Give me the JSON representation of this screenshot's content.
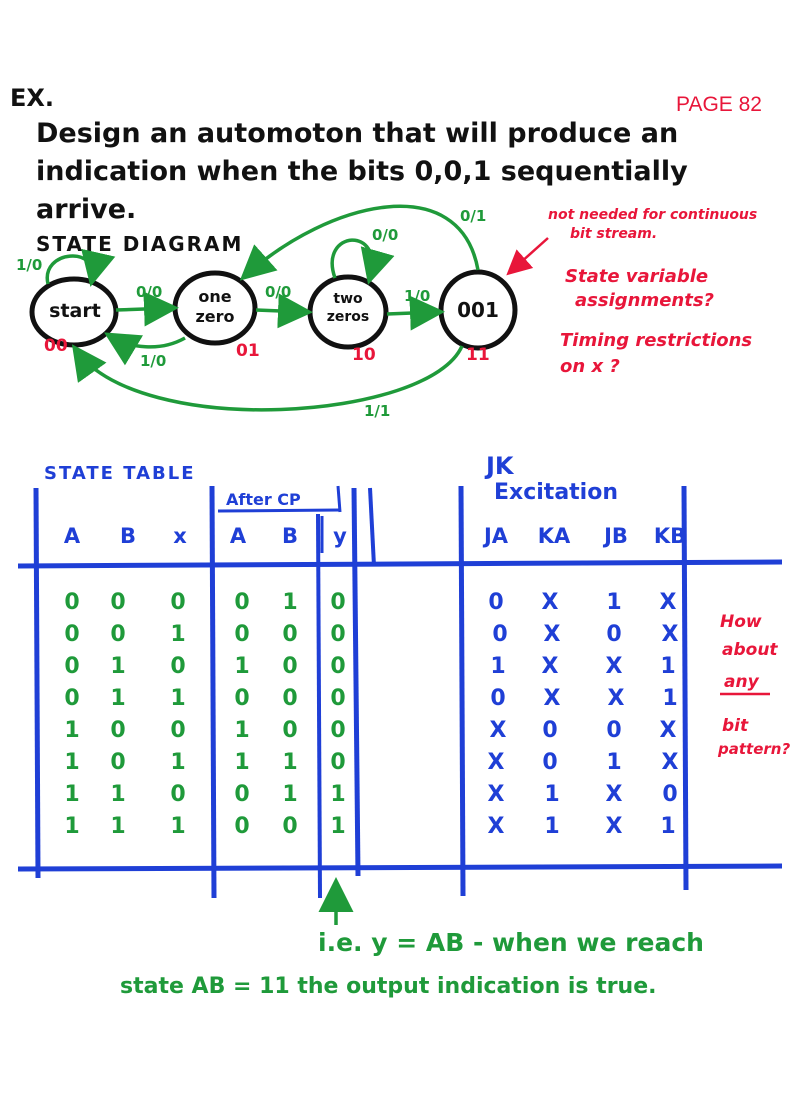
{
  "page_label": "PAGE 82",
  "example_label": "EX.",
  "problem": {
    "line1": "Design an automoton that will produce an",
    "line2": "indication when the bits 0,0,1 sequentially",
    "line3": "arrive."
  },
  "state_diagram": {
    "title": "STATE DIAGRAM",
    "states": [
      {
        "id": "start",
        "label1": "start",
        "label2": "",
        "code": "00"
      },
      {
        "id": "one_zero",
        "label1": "one",
        "label2": "zero",
        "code": "01"
      },
      {
        "id": "two_zeros",
        "label1": "two",
        "label2": "zeros",
        "code": "10"
      },
      {
        "id": "s001",
        "label1": "001",
        "label2": "",
        "code": "11"
      }
    ],
    "transitions": {
      "start_self": "1/0",
      "start_to_one": "0/0",
      "one_to_start": "1/0",
      "one_to_two": "0/0",
      "two_self": "0/0",
      "two_to_001": "1/0",
      "s001_to_one": "0/1",
      "s001_to_start": "1/1"
    },
    "notes": {
      "not_needed_1": "not needed for continuous",
      "not_needed_2": "bit stream.",
      "q1_line1": "State variable",
      "q1_line2": "assignments?",
      "q2_line1": "Timing restrictions",
      "q2_line2": "on x ?"
    }
  },
  "state_table": {
    "title": "STATE TABLE",
    "after_cp": "After CP",
    "headers": [
      "A",
      "B",
      "x",
      "A",
      "B",
      "y"
    ],
    "rows": [
      [
        "0",
        "0",
        "0",
        "0",
        "1",
        "0"
      ],
      [
        "0",
        "0",
        "1",
        "0",
        "0",
        "0"
      ],
      [
        "0",
        "1",
        "0",
        "1",
        "0",
        "0"
      ],
      [
        "0",
        "1",
        "1",
        "0",
        "0",
        "0"
      ],
      [
        "1",
        "0",
        "0",
        "1",
        "0",
        "0"
      ],
      [
        "1",
        "0",
        "1",
        "1",
        "1",
        "0"
      ],
      [
        "1",
        "1",
        "0",
        "0",
        "1",
        "1"
      ],
      [
        "1",
        "1",
        "1",
        "0",
        "0",
        "1"
      ]
    ]
  },
  "jk_table": {
    "title1": "JK",
    "title2": "Excitation",
    "headers": [
      "JA",
      "KA",
      "JB",
      "KB"
    ],
    "rows": [
      [
        "0",
        "X",
        "1",
        "X"
      ],
      [
        "0",
        "X",
        "0",
        "X"
      ],
      [
        "1",
        "X",
        "X",
        "1"
      ],
      [
        "0",
        "X",
        "X",
        "1"
      ],
      [
        "X",
        "0",
        "0",
        "X"
      ],
      [
        "X",
        "0",
        "1",
        "X"
      ],
      [
        "X",
        "1",
        "X",
        "0"
      ],
      [
        "X",
        "1",
        "X",
        "1"
      ]
    ]
  },
  "side_note": {
    "l1": "How",
    "l2": "about",
    "l3": "any",
    "l4": "bit",
    "l5": "pattern?"
  },
  "conclusion": {
    "line1": "i.e. y = AB - when we reach",
    "line2": "state AB = 11 the output indication is true."
  }
}
